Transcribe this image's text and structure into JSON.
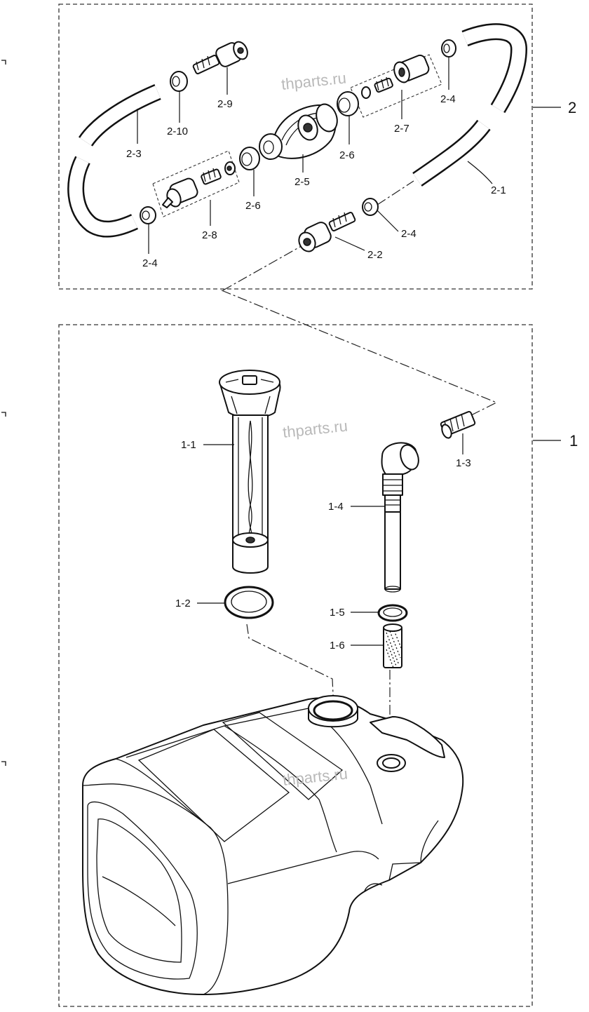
{
  "watermarks": [
    "thparts.ru",
    "thparts.ru",
    "thparts.ru"
  ],
  "group_labels": {
    "hose_assembly": "2",
    "tank_assembly": "1"
  },
  "part_labels": {
    "p2_1": "2-1",
    "p2_2": "2-2",
    "p2_3": "2-3",
    "p2_4_top": "2-4",
    "p2_4_right": "2-4",
    "p2_4_left": "2-4",
    "p2_5": "2-5",
    "p2_6_right": "2-6",
    "p2_6_left": "2-6",
    "p2_7": "2-7",
    "p2_8": "2-8",
    "p2_9": "2-9",
    "p2_10": "2-10",
    "p1_1": "1-1",
    "p1_2": "1-2",
    "p1_3": "1-3",
    "p1_4": "1-4",
    "p1_5": "1-5",
    "p1_6": "1-6"
  },
  "colors": {
    "line": "#111111",
    "watermark": "#b9b9b9",
    "background": "#ffffff"
  }
}
